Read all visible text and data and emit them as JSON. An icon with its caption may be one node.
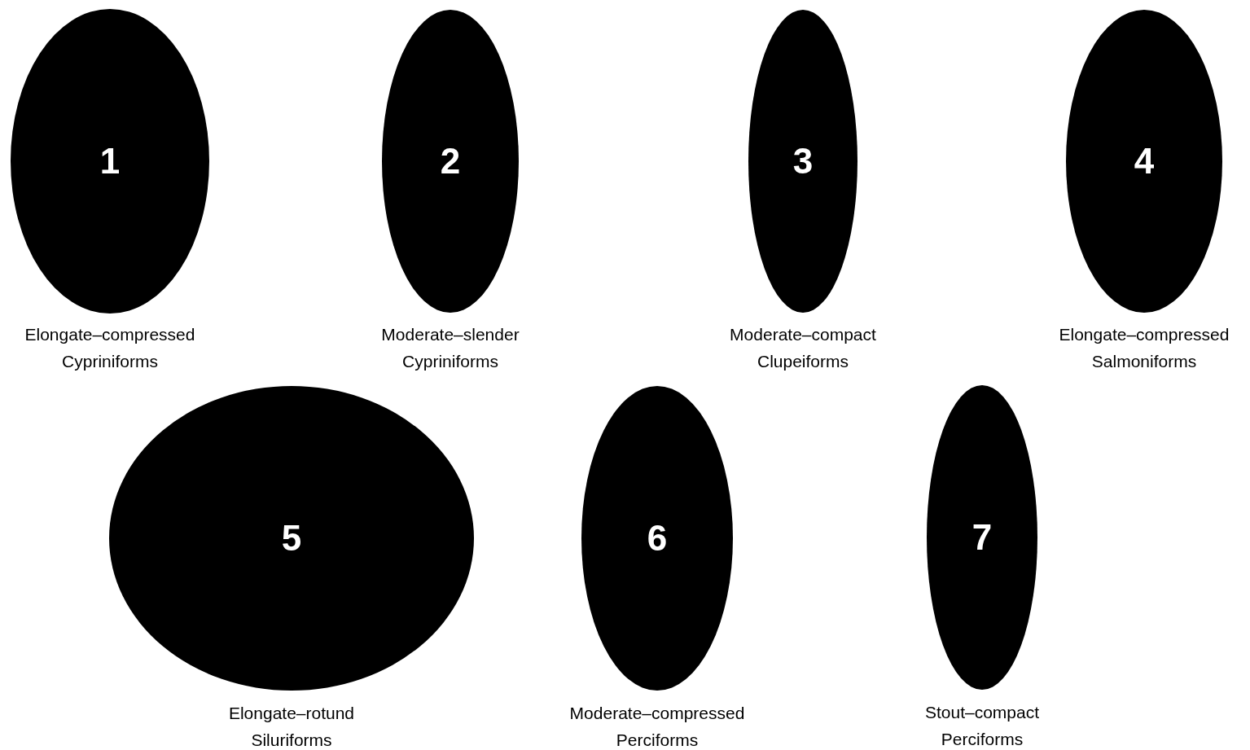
{
  "diagram": {
    "nodes": [
      {
        "text": [
          "1"
        ],
        "beside": [
          "Elongate–compressed",
          "Cypriniforms"
        ]
      },
      {
        "text": [
          "2"
        ],
        "beside": [
          "Moderate–slender",
          "Cypriniforms"
        ]
      },
      {
        "text": [
          "3"
        ],
        "beside": [
          "Moderate–compact",
          "Clupeiforms"
        ]
      },
      {
        "text": [
          "4"
        ],
        "beside": [
          "Elongate–compressed",
          "Salmoniforms"
        ]
      },
      {
        "text": [
          "5"
        ],
        "beside": [
          "Elongate–rotund",
          "Siluriforms"
        ]
      },
      {
        "text": [
          "6"
        ],
        "beside": [
          "Moderate–compressed",
          "Perciforms"
        ]
      },
      {
        "text": [
          "7"
        ],
        "beside": [
          "Stout–compact",
          "Perciforms"
        ]
      }
    ]
  }
}
